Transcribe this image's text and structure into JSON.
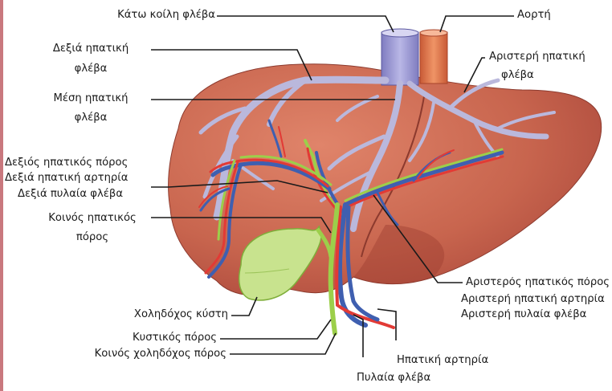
{
  "labels": {
    "ivc": "Κάτω κοίλη φλέβα",
    "aorta": "Αορτή",
    "right_hepatic_vein_1": "Δεξιά ηπατική",
    "right_hepatic_vein_2": "φλέβα",
    "left_hepatic_vein_1": "Αριστερή ηπατική",
    "left_hepatic_vein_2": "φλέβα",
    "middle_hepatic_vein_1": "Μέση ηπατική",
    "middle_hepatic_vein_2": "φλέβα",
    "right_hepatic_duct": "Δεξιός ηπατικός πόρος",
    "right_hepatic_artery": "Δεξιά ηπατική αρτηρία",
    "right_portal_vein": "Δεξιά πυλαία φλέβα",
    "common_hepatic_duct_1": "Κοινός ηπατικός",
    "common_hepatic_duct_2": "πόρος",
    "left_hepatic_duct": "Αριστερός ηπατικός πόρος",
    "left_hepatic_artery": "Αριστερή ηπατική αρτηρία",
    "left_portal_vein": "Αριστερή πυλαία φλέβα",
    "gallbladder": "Χοληδόχος κύστη",
    "cystic_duct": "Κυστικός πόρος",
    "common_bile_duct": "Κοινός χοληδόχος πόρος",
    "hepatic_artery": "Ηπατική αρτηρία",
    "portal_vein": "Πυλαία φλέβα"
  },
  "colors": {
    "liver": "#c8654e",
    "liver_shadow": "#9e3f30",
    "vein": "#b7b5d8",
    "ivc": "#9a97cf",
    "aorta": "#e07a52",
    "artery": "#e23a35",
    "portal": "#3f5fb0",
    "bile": "#9ccf4a",
    "gallbladder": "#c8e38e"
  }
}
